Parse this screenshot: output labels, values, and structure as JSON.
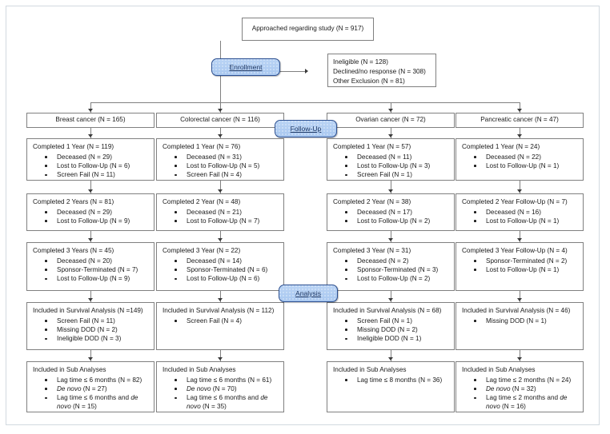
{
  "diagram": {
    "title_box": {
      "label": "Approached regarding study (N = 917)"
    },
    "exclusions_box": {
      "lines": [
        "Ineligible (N = 128)",
        "Declined/no response (N = 308)",
        "Other Exclusion (N = 81)"
      ]
    },
    "phases": [
      {
        "name": "enrollment",
        "label": "Enrollment"
      },
      {
        "name": "follow-up",
        "label": "Follow-Up"
      },
      {
        "name": "analysis",
        "label": "Analysis"
      }
    ],
    "columns": [
      {
        "key": "breast",
        "group": "Breast cancer (N = 165)",
        "year1": {
          "header": "Completed 1 Year (N = 119)",
          "items": [
            "Deceased (N = 29)",
            "Lost to Follow-Up (N = 6)",
            "Screen Fail (N = 11)"
          ]
        },
        "year2": {
          "header": "Completed 2 Years (N = 81)",
          "items": [
            "Deceased (N = 29)",
            "Lost to Follow-Up (N = 9)"
          ]
        },
        "year3": {
          "header": "Completed 3 Years (N = 45)",
          "items": [
            "Deceased (N = 20)",
            "Sponsor-Terminated (N = 7)",
            "Lost to Follow-Up (N = 9)"
          ]
        },
        "survival": {
          "header": "Included in Survival Analysis (N =149)",
          "items": [
            "Screen Fail (N = 11)",
            "Missing DOD (N = 2)",
            "Ineligible DOD (N = 3)"
          ]
        },
        "sub": {
          "header": "Included in Sub Analyses",
          "items": [
            {
              "pre": "Lag time ≤ 6 months (N = 82)"
            },
            {
              "italic": "De novo",
              "post": " (N = 27)"
            },
            {
              "pre": "Lag time ≤ 6 months and ",
              "italic": "de novo",
              "post": " (N = 15)"
            }
          ]
        }
      },
      {
        "key": "colorectal",
        "group": "Colorectal cancer (N = 116)",
        "year1": {
          "header": "Completed 1 Year (N = 76)",
          "items": [
            "Deceased (N = 31)",
            "Lost to Follow-Up (N = 5)",
            "Screen Fail (N = 4)"
          ]
        },
        "year2": {
          "header": "Completed 2 Year (N = 48)",
          "items": [
            "Deceased (N = 21)",
            "Lost to Follow-Up (N = 7)"
          ]
        },
        "year3": {
          "header": "Completed 3 Year (N = 22)",
          "items": [
            "Deceased (N = 14)",
            "Sponsor-Terminated (N = 6)",
            "Lost to Follow-Up (N = 6)"
          ]
        },
        "survival": {
          "header": "Included in Survival Analysis (N = 112)",
          "items": [
            "Screen Fail (N = 4)"
          ]
        },
        "sub": {
          "header": "Included in Sub Analyses",
          "items": [
            {
              "pre": "Lag time ≤ 6 months (N = 61)"
            },
            {
              "italic": "De novo",
              "post": " (N = 70)"
            },
            {
              "pre": "Lag time ≤ 6 months and ",
              "italic": "de novo",
              "post": " (N = 35)"
            }
          ]
        }
      },
      {
        "key": "ovarian",
        "group": "Ovarian cancer (N = 72)",
        "year1": {
          "header": "Completed 1 Year (N = 57)",
          "items": [
            "Deceased (N = 11)",
            "Lost to Follow-Up (N = 3)",
            "Screen Fail (N = 1)"
          ]
        },
        "year2": {
          "header": "Completed 2 Year (N = 38)",
          "items": [
            "Deceased (N = 17)",
            "Lost to Follow-Up (N = 2)"
          ]
        },
        "year3": {
          "header": "Completed 3 Year (N = 31)",
          "items": [
            "Deceased (N = 2)",
            "Sponsor-Terminated (N = 3)",
            "Lost to Follow-Up (N = 2)"
          ]
        },
        "survival": {
          "header": "Included in Survival Analysis (N = 68)",
          "items": [
            "Screen Fail (N = 1)",
            "Missing DOD (N = 2)",
            "Ineligible DOD (N = 1)"
          ]
        },
        "sub": {
          "header": "Included in Sub Analyses",
          "items": [
            {
              "pre": "Lag time ≤ 8 months (N = 36)"
            }
          ]
        }
      },
      {
        "key": "pancreatic",
        "group": "Pancreatic cancer (N = 47)",
        "year1": {
          "header": "Completed 1 Year (N = 24)",
          "items": [
            "Deceased (N = 22)",
            "Lost to Follow-Up (N = 1)"
          ]
        },
        "year2": {
          "header": "Completed 2 Year Follow-Up (N = 7)",
          "items": [
            "Deceased (N = 16)",
            "Lost to Follow-Up (N = 1)"
          ]
        },
        "year3": {
          "header": "Completed 3 Year Follow-Up (N = 4)",
          "items": [
            "Sponsor-Terminated (N = 2)",
            "Lost to Follow-Up (N = 1)"
          ]
        },
        "survival": {
          "header": "Included in Survival Analysis (N = 46)",
          "items": [
            "Missing DOD (N = 1)"
          ]
        },
        "sub": {
          "header": "Included in Sub Analyses",
          "items": [
            {
              "pre": "Lag time ≤ 2 months (N = 24)"
            },
            {
              "italic": "De novo",
              "post": " (N = 32)"
            },
            {
              "pre": "Lag time ≤ 2 months and ",
              "italic": "de novo",
              "post": " (N = 16)"
            }
          ]
        }
      }
    ],
    "colors": {
      "box_border": "#808080",
      "pill_fill": "#aecbf2",
      "pill_border": "#2b4f91",
      "pill_text": "#1f3864",
      "connector": "#808080",
      "frame": "#d2d9e0"
    }
  }
}
